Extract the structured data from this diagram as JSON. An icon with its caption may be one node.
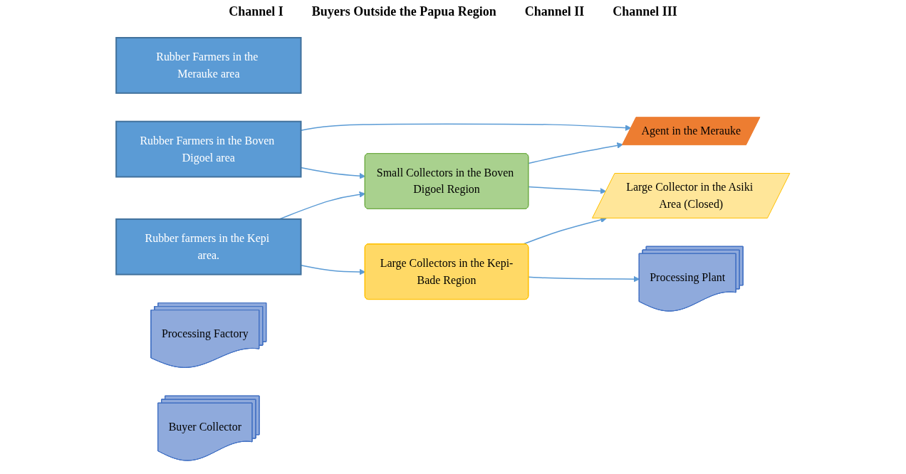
{
  "diagram": {
    "nodes": [
      {
        "text": [
          "Rubber Farmers in the Merauke area"
        ]
      },
      {
        "text": [
          "Rubber Farmers in the Boven Digoel area"
        ]
      },
      {
        "text": [
          "Rubber farmers in the Kepi area."
        ]
      },
      {
        "text": [
          "Small Collectors in the Boven Digoel Region"
        ]
      },
      {
        "text": [
          "Large Collectors in the Kepi-Bade Region"
        ]
      },
      {
        "text": [
          "Agent in the Merauke"
        ]
      },
      {
        "text": [
          "Large Collector in the Asiki Area (Closed)"
        ]
      },
      {
        "text": [
          "Processing Factory"
        ]
      },
      {
        "text": [
          "Buyer Collector"
        ]
      },
      {
        "text": [
          "Processing Plant"
        ]
      }
    ],
    "edges": [
      {
        "from": 1,
        "to": 5,
        "arrow": "to"
      },
      {
        "from": 1,
        "to": 3,
        "arrow": "to"
      },
      {
        "from": 2,
        "to": 3,
        "arrow": "to"
      },
      {
        "from": 2,
        "to": 4,
        "arrow": "to"
      },
      {
        "from": 3,
        "to": 5,
        "arrow": "to"
      },
      {
        "from": 3,
        "to": 6,
        "arrow": "to"
      },
      {
        "from": 4,
        "to": 6,
        "arrow": "to"
      },
      {
        "from": 4,
        "to": 9,
        "arrow": "to"
      }
    ],
    "labels": [
      "Channel I",
      "Buyers Outside the Papua Region",
      "Channel II",
      "Channel III"
    ]
  }
}
